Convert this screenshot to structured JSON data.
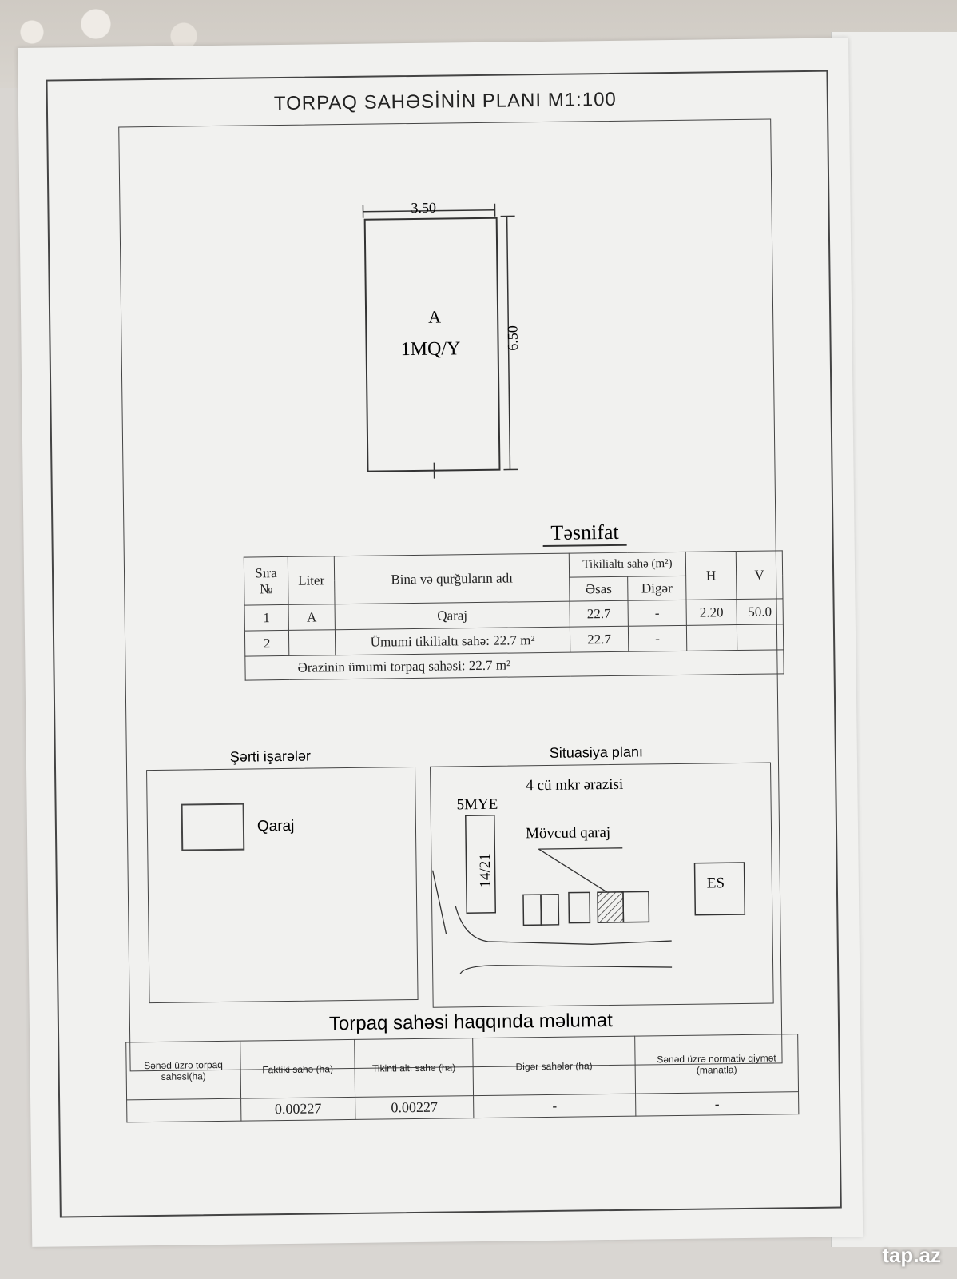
{
  "document": {
    "title": "TORPAQ SAHƏSİNİN PLANI M1:100",
    "plan": {
      "width_label": "3.50",
      "height_label": "6.50",
      "liter": "A",
      "code": "1MQ/Y"
    },
    "classification": {
      "heading": "Təsnifat",
      "headers": {
        "sira": "Sıra",
        "no": "№",
        "liter": "Liter",
        "name": "Bina və qurğuların adı",
        "tikili": "Tikilialtı sahə (m²)",
        "esas": "Əsas",
        "diger": "Digər",
        "h": "H",
        "v": "V"
      },
      "rows": [
        {
          "sira": "1",
          "liter": "A",
          "name": "Qaraj",
          "esas": "22.7",
          "diger": "-",
          "h": "2.20",
          "v": "50.0"
        },
        {
          "sira": "2",
          "liter": "",
          "name": "Ümumi tikilialtı sahə: 22.7 m²",
          "esas": "22.7",
          "diger": "-",
          "h": "",
          "v": ""
        }
      ],
      "total": "Ərazinin ümumi torpaq sahəsi: 22.7 m²"
    },
    "legend": {
      "heading": "Şərti işarələr",
      "item_label": "Qaraj"
    },
    "situation": {
      "heading": "Situasiya planı",
      "area": "4 cü mkr ərazisi",
      "building": "5MYE",
      "building_num": "14/21",
      "existing": "Mövcud qaraj",
      "es": "ES"
    },
    "land_info": {
      "heading": "Torpaq sahəsi haqqında məlumat",
      "headers": [
        "Sənəd üzrə torpaq sahəsi(ha)",
        "Faktiki sahə (ha)",
        "Tikinti altı sahə (ha)",
        "Digər sahələr (ha)",
        "Sənəd üzrə normativ qiymət (manatla)"
      ],
      "values": [
        "",
        "0.00227",
        "0.00227",
        "-",
        "-"
      ]
    }
  },
  "watermark": "tap.az"
}
